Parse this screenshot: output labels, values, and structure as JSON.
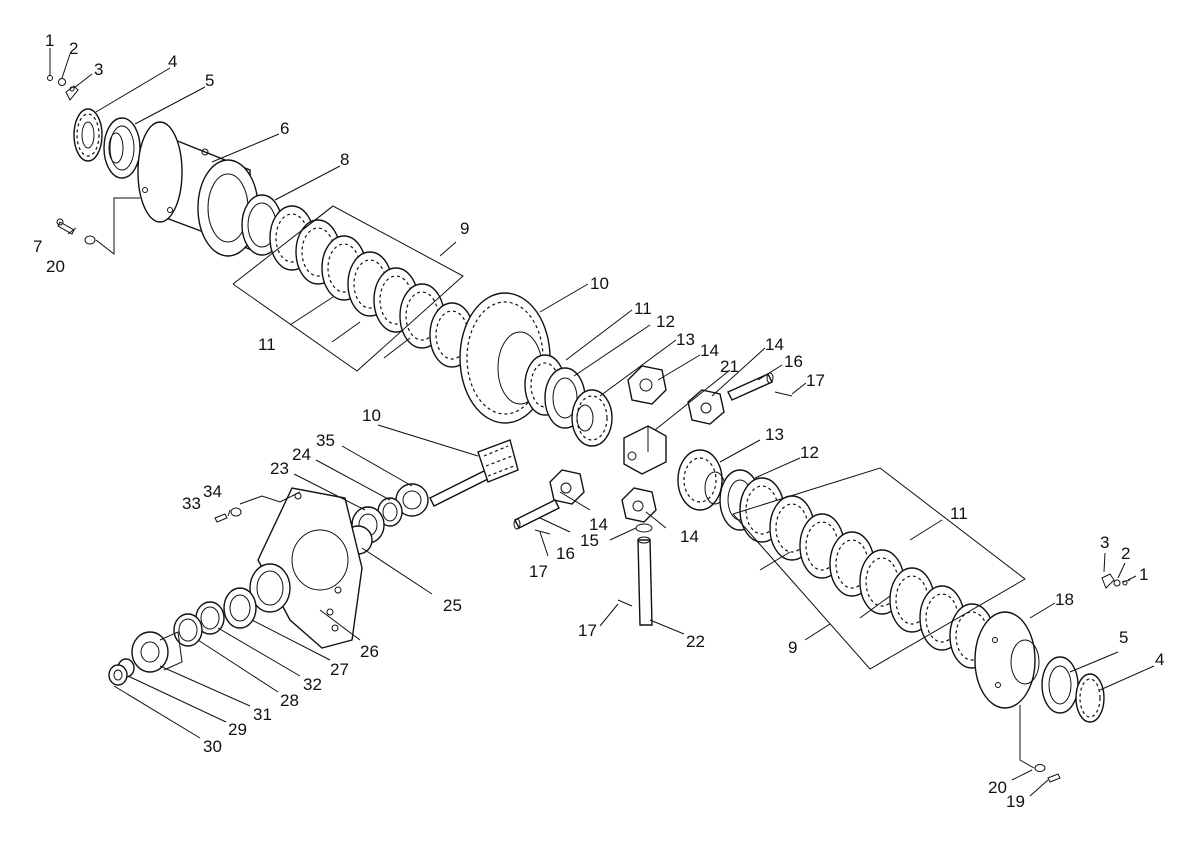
{
  "diagram": {
    "callouts": {
      "c1a": "1",
      "c2a": "2",
      "c3a": "3",
      "c4a": "4",
      "c5a": "5",
      "c6": "6",
      "c8": "8",
      "c9a": "9",
      "c7": "7",
      "c20a": "20",
      "c11a": "11",
      "c10a": "10",
      "c11b": "11",
      "c12a": "12",
      "c13a": "13",
      "c14a": "14",
      "c21": "21",
      "c14b": "14",
      "c16a": "16",
      "c17a": "17",
      "c10b": "10",
      "c35": "35",
      "c24": "24",
      "c23": "23",
      "c34": "34",
      "c33": "33",
      "c13b": "13",
      "c12b": "12",
      "c14c": "14",
      "c14d": "14",
      "c15": "15",
      "c16b": "16",
      "c17b": "17",
      "c17c": "17",
      "c22": "22",
      "c11c": "11",
      "c9b": "9",
      "c25": "25",
      "c26": "26",
      "c27": "27",
      "c32": "32",
      "c28": "28",
      "c31": "31",
      "c29": "29",
      "c30": "30",
      "c3b": "3",
      "c2b": "2",
      "c1b": "1",
      "c18": "18",
      "c5b": "5",
      "c4b": "4",
      "c20b": "20",
      "c19": "19"
    }
  }
}
